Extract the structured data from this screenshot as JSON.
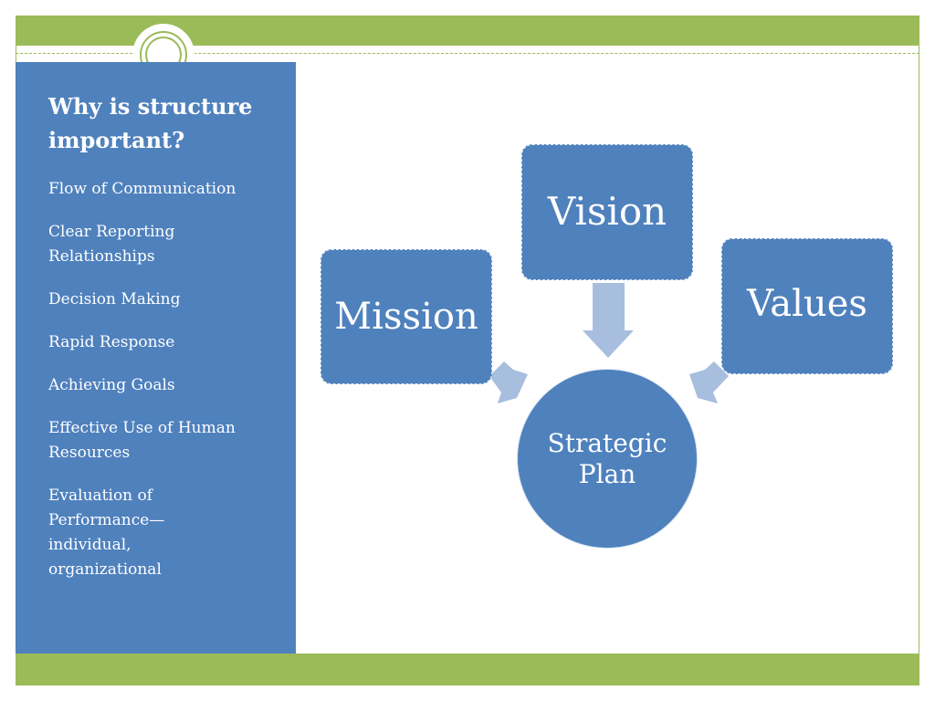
{
  "sidebar": {
    "title": "Why is structure important?",
    "items": [
      "Flow of Communication",
      "Clear Reporting Relationships",
      "Decision Making",
      "Rapid Response",
      "Achieving Goals",
      "Effective Use of Human Resources",
      "Evaluation of Performance— individual, organizational"
    ]
  },
  "diagram": {
    "nodes": {
      "mission": "Mission",
      "vision": "Vision",
      "values": "Values",
      "hub": "Strategic Plan"
    }
  },
  "colors": {
    "accent_green": "#9bbb59",
    "box_blue": "#4f81bd",
    "arrow_blue": "#a7bedf"
  }
}
